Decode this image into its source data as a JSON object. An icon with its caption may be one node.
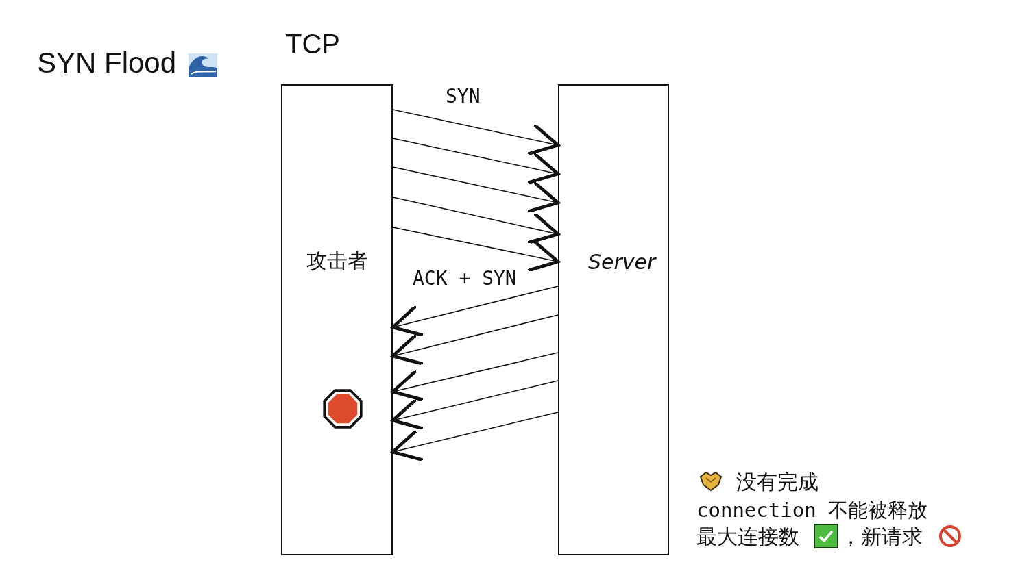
{
  "diagram": {
    "title": "SYN Flood",
    "nodes": [
      {
        "text": [
          "攻击者"
        ]
      },
      {
        "text": [
          "Server"
        ]
      }
    ],
    "edges": [
      {
        "from": 0,
        "to": 1,
        "arrow": "to"
      },
      {
        "from": 0,
        "to": 1,
        "arrow": "to"
      },
      {
        "from": 0,
        "to": 1,
        "arrow": "to"
      },
      {
        "from": 0,
        "to": 1,
        "arrow": "to"
      },
      {
        "from": 0,
        "to": 1,
        "arrow": "to"
      },
      {
        "from": 1,
        "to": 0,
        "arrow": "to"
      },
      {
        "from": 1,
        "to": 0,
        "arrow": "to"
      },
      {
        "from": 1,
        "to": 0,
        "arrow": "to"
      },
      {
        "from": 1,
        "to": 0,
        "arrow": "to"
      },
      {
        "from": 1,
        "to": 0,
        "arrow": "to"
      }
    ],
    "labels": [
      "TCP",
      "SYN",
      "ACK + SYN",
      "没有完成",
      "connection 不能被释放",
      "最大连接数",
      "，新请求"
    ]
  }
}
